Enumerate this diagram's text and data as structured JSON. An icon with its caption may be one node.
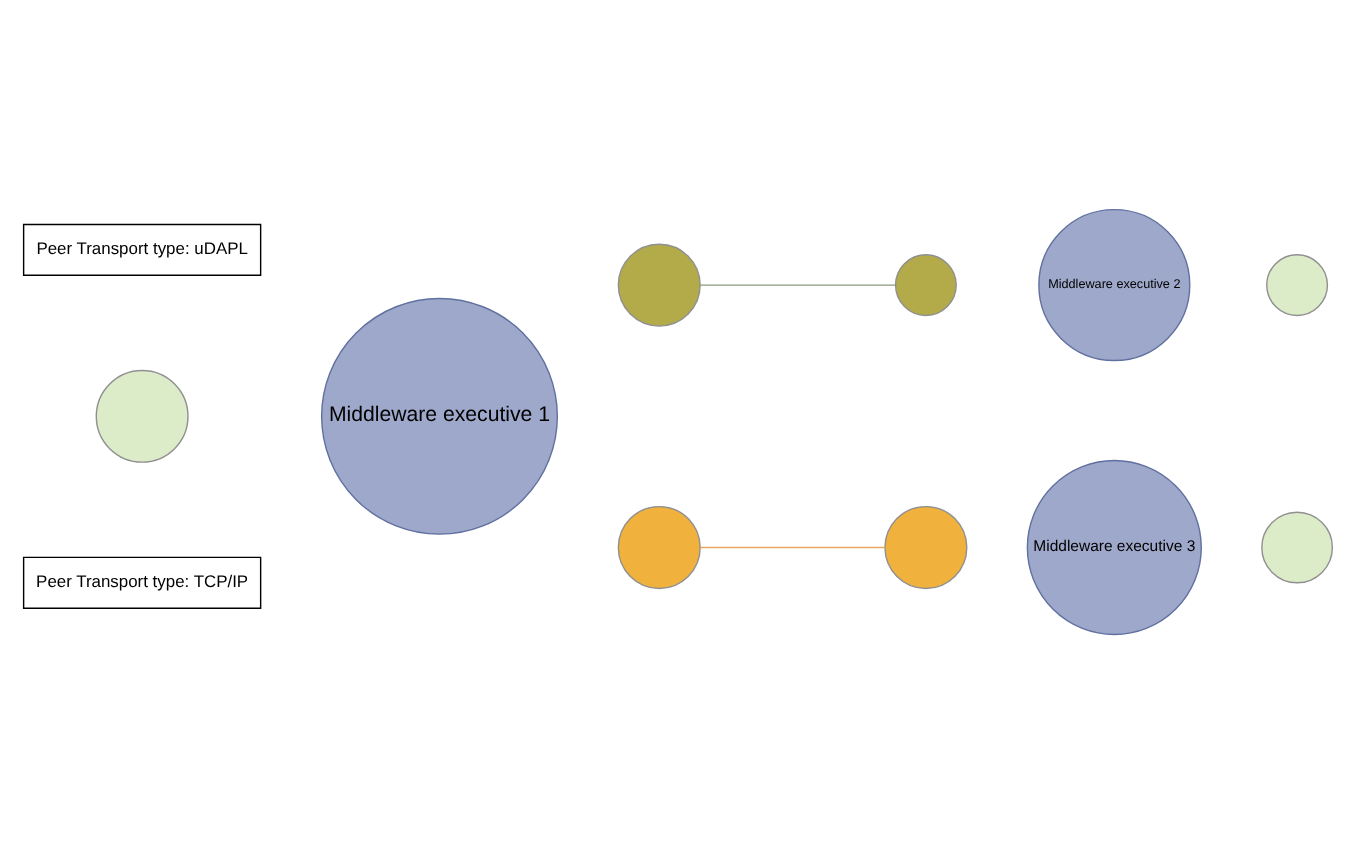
{
  "diagram": {
    "nodes": [
      {
        "text": [
          "Middleware executive 2"
        ]
      },
      {
        "text": [],
        "shape": "circle"
      },
      {
        "text": [],
        "shape": "circle"
      },
      {
        "text": [
          "Peer Transport type: uDAPL"
        ]
      },
      {
        "text": [],
        "shape": "circle"
      },
      {
        "text": [],
        "shape": "circle"
      },
      {
        "text": [
          "Middleware executive 1"
        ]
      },
      {
        "text": [
          "Middleware executive 3"
        ]
      },
      {
        "text": [],
        "shape": "circle"
      },
      {
        "text": [
          "Peer Transport type: TCP/IP"
        ]
      },
      {
        "text": [],
        "shape": "circle"
      },
      {
        "text": [],
        "shape": "circle"
      }
    ],
    "edges": [
      {
        "from": 5,
        "to": 2,
        "arrow": "none",
        "color": "#8a9a78"
      },
      {
        "from": 11,
        "to": 10,
        "arrow": "none",
        "color": "#e8a860"
      }
    ]
  }
}
